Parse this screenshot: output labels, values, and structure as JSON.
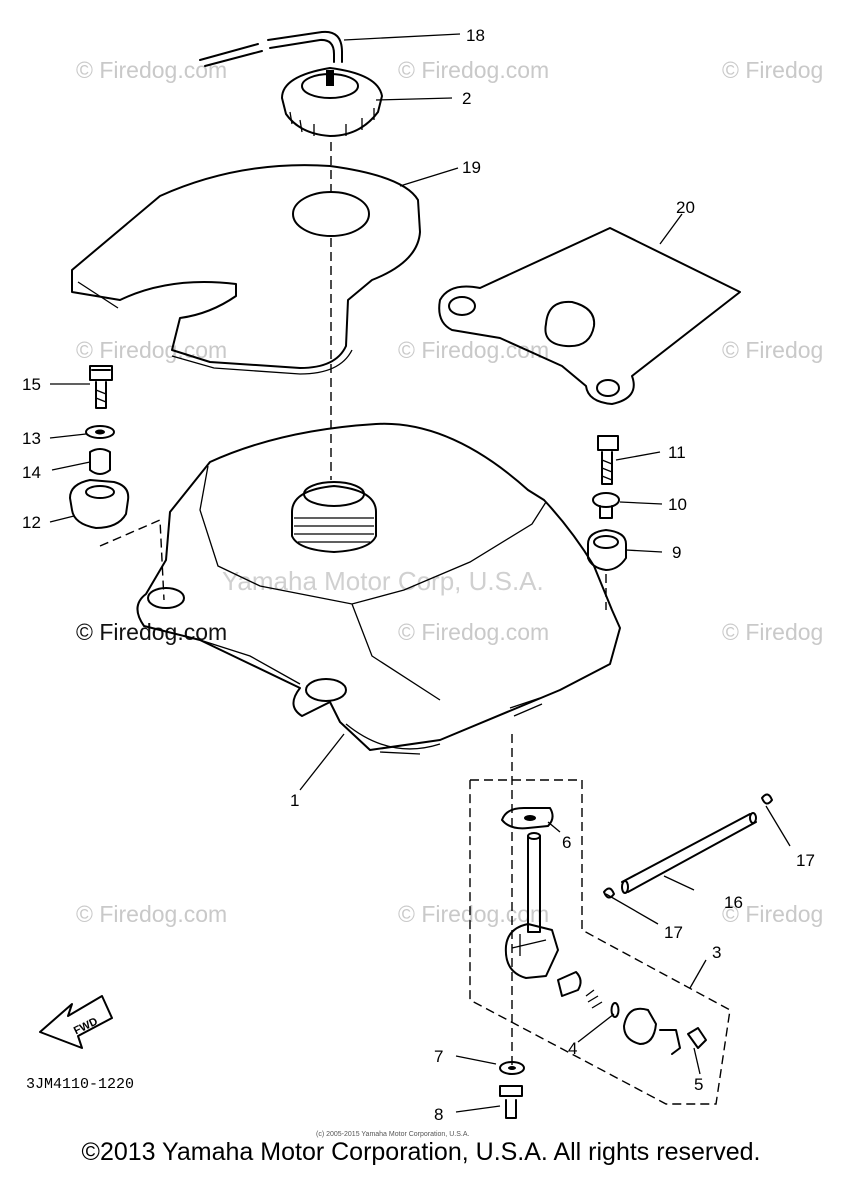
{
  "watermarks": [
    "© Firedog.com",
    "© Firedog.com",
    "© Firedog",
    "© Firedog.com",
    "© Firedog.com",
    "© Firedog",
    "© Firedog.com",
    "© Firedog.com",
    "© Firedog",
    "© Firedog.com",
    "© Firedog.com",
    "© Firedog"
  ],
  "watermark_center": "Yamaha Motor Corp, U.S.A.",
  "callouts": {
    "p1": "1",
    "p2": "2",
    "p3": "3",
    "p4": "4",
    "p5": "5",
    "p6": "6",
    "p7": "7",
    "p8": "8",
    "p9": "9",
    "p10": "10",
    "p11": "11",
    "p12": "12",
    "p13": "13",
    "p14": "14",
    "p15": "15",
    "p16": "16",
    "p17a": "17",
    "p17b": "17",
    "p18": "18",
    "p19": "19",
    "p20": "20"
  },
  "fwd_label": "FWD",
  "diagram_code": "3JM4110-1220",
  "small_copyright": "(c) 2005-2015 Yamaha Motor Corporation, U.S.A.",
  "copyright": "©2013 Yamaha Motor Corporation, U.S.A. All rights reserved."
}
